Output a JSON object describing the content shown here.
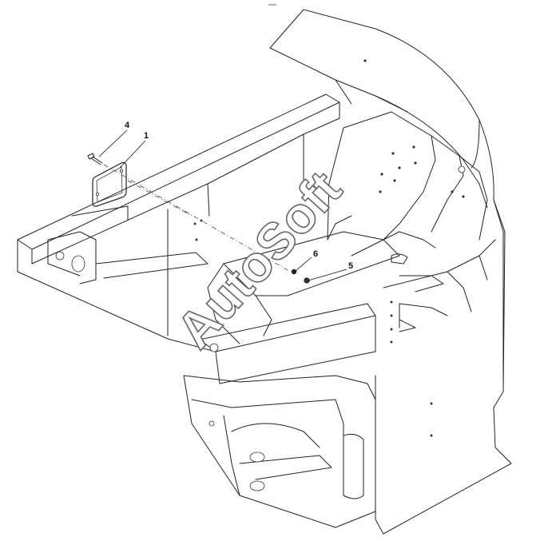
{
  "diagram": {
    "callouts": [
      {
        "id": "4",
        "label": "4"
      },
      {
        "id": "1",
        "label": "1"
      },
      {
        "id": "6",
        "label": "6"
      },
      {
        "id": "5",
        "label": "5"
      }
    ],
    "watermark": "AutoSoft",
    "line_color": "#222222",
    "watermark_color": "#666666"
  }
}
